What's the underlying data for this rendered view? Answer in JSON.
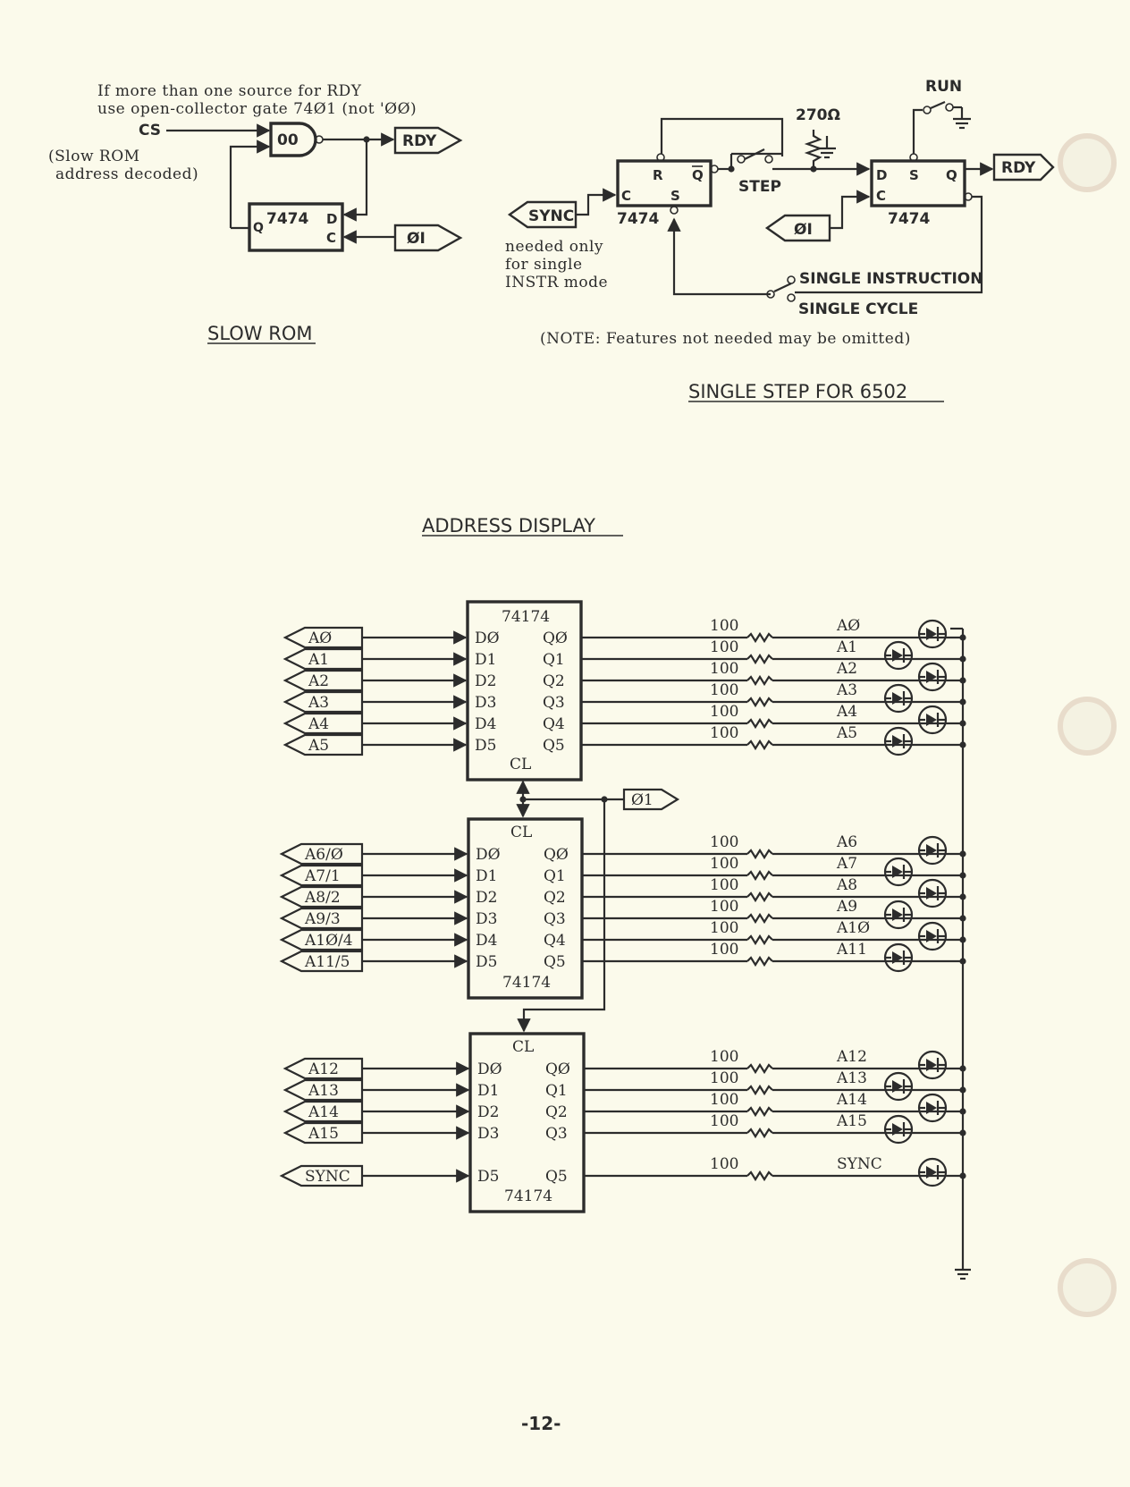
{
  "slow_rom": {
    "note_line1": "If more than one source for RDY",
    "note_line2": "use open-collector gate 74Ø1 (not 'ØØ)",
    "cs": "CS",
    "gate": "00",
    "rdy": "RDY",
    "decode_line1": "(Slow ROM",
    "decode_line2": "address decoded)",
    "ff_name": "7474",
    "ff_q": "Q",
    "ff_d": "D",
    "ff_c": "C",
    "phi1": "ØI",
    "title": "SLOW ROM"
  },
  "single_step": {
    "run": "RUN",
    "resistor": "270Ω",
    "ff1_r": "R",
    "ff1_qbar": "Q",
    "ff1_c": "C",
    "ff1_s": "S",
    "ff1_name": "7474",
    "step": "STEP",
    "sync": "SYNC",
    "sync_note1": "needed only",
    "sync_note2": "for single",
    "sync_note3": "INSTR mode",
    "ff2_d": "D",
    "ff2_s": "S",
    "ff2_q": "Q",
    "ff2_c": "C",
    "ff2_name": "7474",
    "rdy": "RDY",
    "phi1": "ØI",
    "single_instruction": "SINGLE INSTRUCTION",
    "single_cycle": "SINGLE CYCLE",
    "note": "(NOTE:  Features not needed may be omitted)",
    "title": "SINGLE STEP FOR 6502"
  },
  "address_display": {
    "title": "ADDRESS DISPLAY",
    "phi1": "Ø1",
    "chip_name": "74174",
    "clock_pin": "CL",
    "resistor": "100",
    "chips": [
      {
        "inputs": [
          "AØ",
          "A1",
          "A2",
          "A3",
          "A4",
          "A5"
        ],
        "d_pins": [
          "DØ",
          "D1",
          "D2",
          "D3",
          "D4",
          "D5"
        ],
        "q_pins": [
          "QØ",
          "Q1",
          "Q2",
          "Q3",
          "Q4",
          "Q5"
        ],
        "leds": [
          "AØ",
          "A1",
          "A2",
          "A3",
          "A4",
          "A5"
        ]
      },
      {
        "inputs": [
          "A6/Ø",
          "A7/1",
          "A8/2",
          "A9/3",
          "A1Ø/4",
          "A11/5"
        ],
        "d_pins": [
          "DØ",
          "D1",
          "D2",
          "D3",
          "D4",
          "D5"
        ],
        "q_pins": [
          "QØ",
          "Q1",
          "Q2",
          "Q3",
          "Q4",
          "Q5"
        ],
        "leds": [
          "A6",
          "A7",
          "A8",
          "A9",
          "A1Ø",
          "A11"
        ]
      },
      {
        "inputs": [
          "A12",
          "A13",
          "A14",
          "A15",
          "SYNC"
        ],
        "d_pins": [
          "DØ",
          "D1",
          "D2",
          "D3",
          "D5"
        ],
        "q_pins": [
          "QØ",
          "Q1",
          "Q2",
          "Q3",
          "Q5"
        ],
        "leds": [
          "A12",
          "A13",
          "A14",
          "A15",
          "SYNC"
        ]
      }
    ]
  },
  "page_number": "-12-"
}
